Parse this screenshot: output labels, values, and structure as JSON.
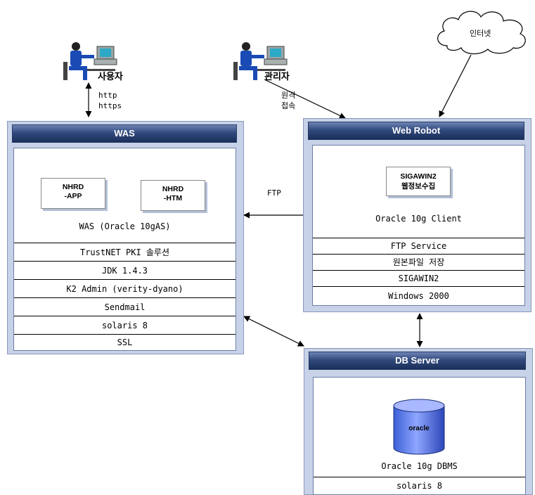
{
  "user": {
    "label": "사용자",
    "protocol": [
      "http",
      "https"
    ]
  },
  "admin": {
    "label": "관리자",
    "access": [
      "원격",
      "접속"
    ]
  },
  "internet": {
    "label": "인터넷"
  },
  "ftp_label": "FTP",
  "was": {
    "title": "WAS",
    "modules": [
      "NHRD\n-APP",
      "NHRD\n-HTM"
    ],
    "subtitle": "WAS (Oracle 10gAS)",
    "rows": [
      "TrustNET PKI 솔루션",
      "JDK 1.4.3",
      "K2 Admin (verity-dyano)",
      "Sendmail",
      "solaris 8",
      "SSL"
    ]
  },
  "web_robot": {
    "title": "Web Robot",
    "module": "SIGAWIN2\n웹정보수집",
    "subtitle": "Oracle 10g Client",
    "rows": [
      "FTP Service",
      "원본파일 저장",
      "SIGAWIN2",
      "Windows 2000"
    ]
  },
  "db_server": {
    "title": "DB Server",
    "cylinder_label": "oracle",
    "subtitle": "Oracle 10g DBMS",
    "rows": [
      "solaris 8"
    ]
  }
}
